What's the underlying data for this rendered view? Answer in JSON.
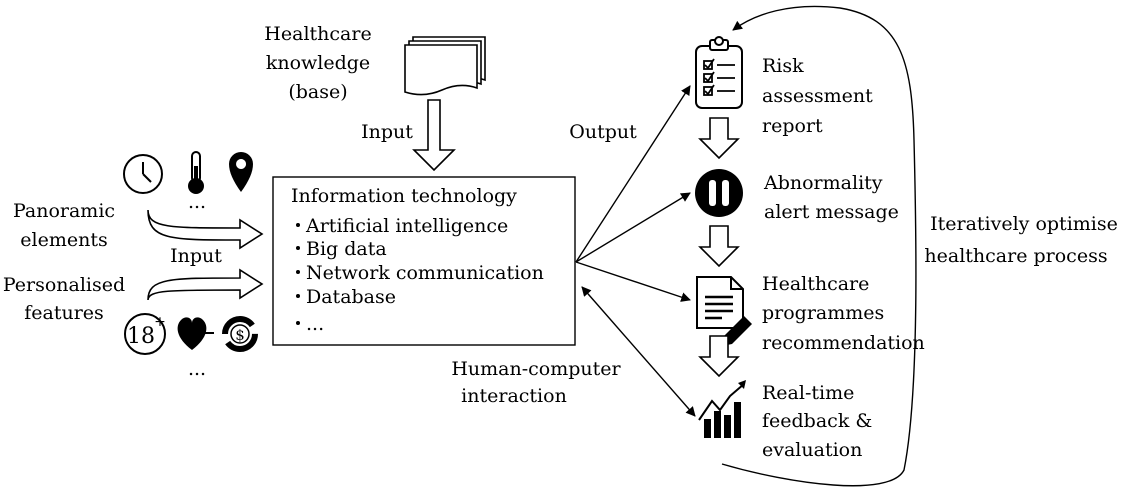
{
  "knowledge": {
    "line1": "Healthcare",
    "line2": "knowledge",
    "line3": "(base)"
  },
  "input_top": "Input",
  "panoramic": {
    "line1": "Panoramic",
    "line2": "elements",
    "more": "..."
  },
  "input_left": "Input",
  "personalised": {
    "line1": "Personalised",
    "line2": "features",
    "more": "..."
  },
  "age_badge": {
    "number": "18",
    "sup": "+"
  },
  "info_box": {
    "title": "Information technology",
    "items": [
      "Artificial intelligence",
      "Big data",
      "Network communication",
      "Database",
      "..."
    ]
  },
  "output_label": "Output",
  "hci_label": {
    "line1": "Human-computer",
    "line2": "interaction"
  },
  "outputs": [
    {
      "lines": [
        "Risk",
        "assessment",
        "report"
      ]
    },
    {
      "lines": [
        "Abnormality",
        "alert message"
      ]
    },
    {
      "lines": [
        "Healthcare",
        "programmes",
        "recommendation"
      ]
    },
    {
      "lines": [
        "Real-time",
        "feedback &",
        "evaluation"
      ]
    }
  ],
  "loop_label": {
    "line1": "Iteratively optimise",
    "line2": "healthcare process"
  }
}
